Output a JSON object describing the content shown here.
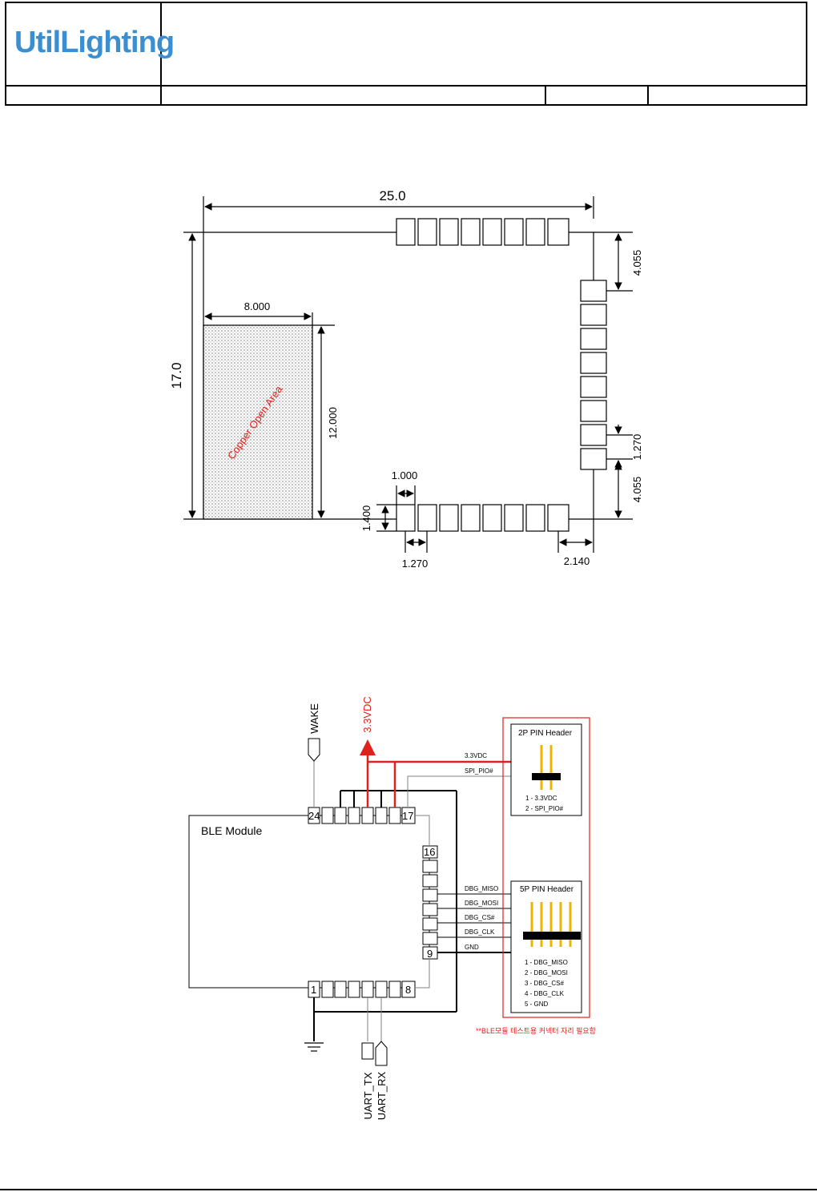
{
  "header": {
    "logo_text": "UtilLighting",
    "logo_color": "#3b8fd0"
  },
  "footprint": {
    "dims": {
      "width": "25.0",
      "height": "17.0",
      "copper_w": "8.000",
      "copper_h": "12.000",
      "right_top": "4.055",
      "right_pitch": "1.270",
      "right_bottom": "4.055",
      "pad_w": "1.000",
      "pad_h": "1.400",
      "pitch": "1.270",
      "edge": "2.140"
    },
    "copper_label": "Copper Open Area",
    "copper_label_color": "#e0201b"
  },
  "schematic": {
    "module_label": "BLE Module",
    "pins": {
      "p24": "24",
      "p17": "17",
      "p16": "16",
      "p9": "9",
      "p1": "1",
      "p8": "8"
    },
    "wake": "WAKE",
    "vdd": "3.3VDC",
    "vdd_color": "#e0201b",
    "uart_tx": "UART_TX",
    "uart_rx": "UART_RX",
    "nets": {
      "n_33": "3.3VDC",
      "n_spi": "SPI_PIO#",
      "n_miso": "DBG_MISO",
      "n_mosi": "DBG_MOSI",
      "n_cs": "DBG_CS#",
      "n_clk": "DBG_CLK",
      "n_gnd": "GND"
    },
    "header2": {
      "title": "2P PIN Header",
      "l1": "1 - 3.3VDC",
      "l2": "2 - SPI_PIO#"
    },
    "header5": {
      "title": "5P PIN Header",
      "l1": "1 - DBG_MISO",
      "l2": "2 - DBG_MOSI",
      "l3": "3 - DBG_CS#",
      "l4": "4 - DBG_CLK",
      "l5": "5 - GND"
    },
    "note": "**BLE모듈 테스트용 커넥터 자리 필요함",
    "note_color": "#e0201b",
    "pin_color": "#f0b400"
  }
}
